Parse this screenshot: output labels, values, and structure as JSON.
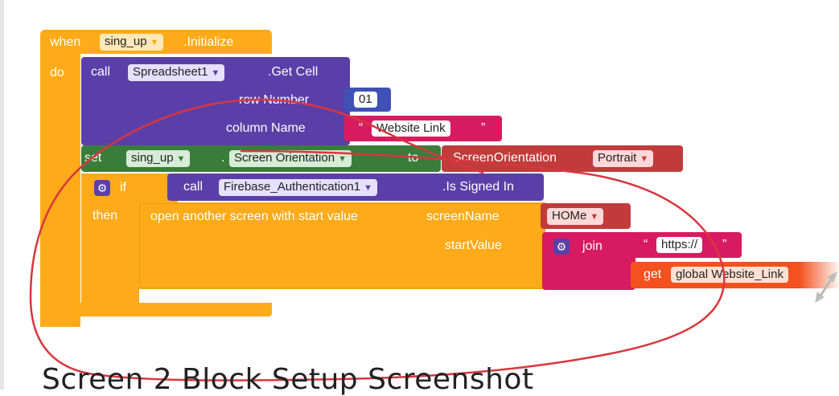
{
  "event": {
    "when": "when",
    "component": "sing_up",
    "event_name": ".Initialize",
    "do": "do"
  },
  "get_cell": {
    "call": "call",
    "component": "Spreadsheet1",
    "method": ".Get Cell",
    "row_label": "row Number",
    "row_value": "01",
    "col_label": "column Name",
    "col_value": "Website Link"
  },
  "set_block": {
    "set": "set",
    "component": "sing_up",
    "dot": ".",
    "property": "Screen Orientation",
    "to": "to",
    "value_label": "ScreenOrientation",
    "value": "Portrait"
  },
  "if_block": {
    "if": "if",
    "then": "then",
    "call": "call",
    "component": "Firebase_Authentication1",
    "method": ".Is Signed In"
  },
  "open_screen": {
    "label": "open another screen with start value",
    "screen_label": "screenName",
    "screen_value": "HOMe",
    "start_label": "startValue"
  },
  "join": {
    "label": "join",
    "text_value": "https://",
    "get_label": "get",
    "get_value": "global Website_Link"
  },
  "caption": "Screen 2 Block Setup Screenshot",
  "colors": {
    "event": "#ffab19",
    "procedure": "#5b3fa8",
    "math": "#3f51b5",
    "text": "#d81b60",
    "components": "#3a7d3b",
    "screen": "#c23b3b",
    "control": "#ffab19",
    "annotation": "#d9363e"
  }
}
